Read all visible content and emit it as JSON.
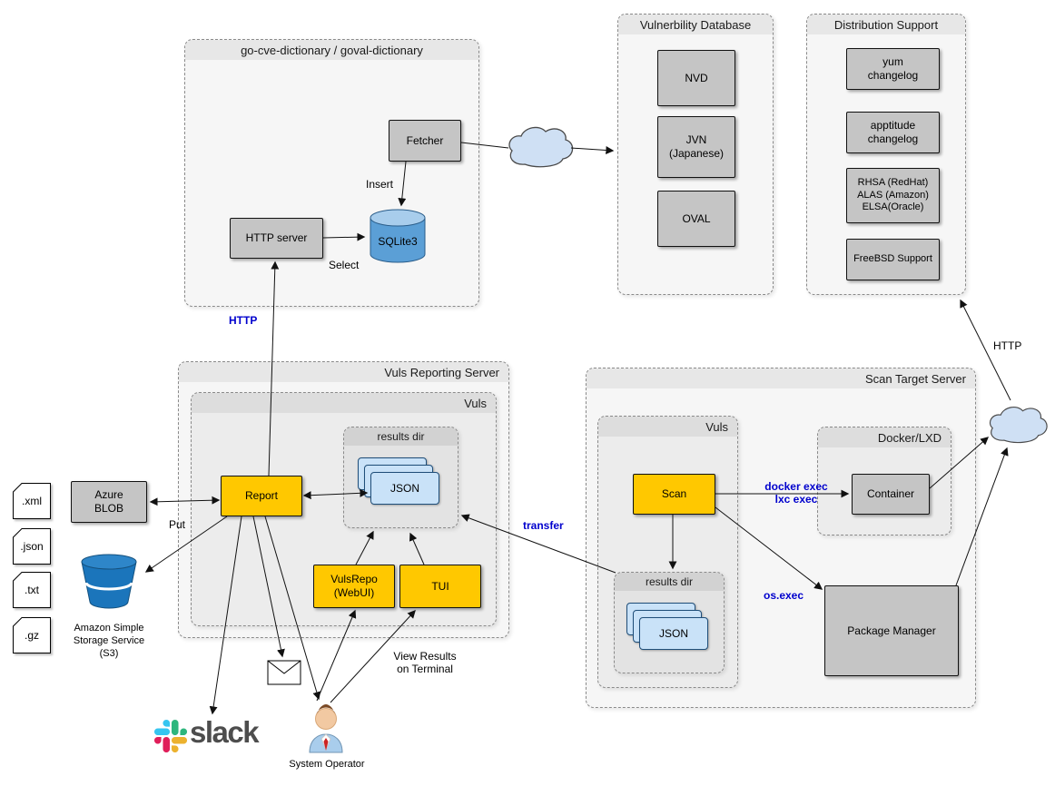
{
  "containers": {
    "cve_dictionary": {
      "title": "go-cve-dictionary / goval-dictionary"
    },
    "vuln_database": {
      "title": "Vulnerbility Database"
    },
    "distribution_support": {
      "title": "Distribution Support"
    },
    "reporting_server": {
      "title": "Vuls Reporting Server"
    },
    "reporting_vuls": {
      "title": "Vuls"
    },
    "reporting_results_dir": {
      "title": "results dir"
    },
    "scan_target_server": {
      "title": "Scan Target Server"
    },
    "scan_vuls": {
      "title": "Vuls"
    },
    "scan_results_dir": {
      "title": "results dir"
    },
    "docker_lxd": {
      "title": "Docker/LXD"
    }
  },
  "nodes": {
    "fetcher": {
      "label": "Fetcher"
    },
    "http_server": {
      "label": "HTTP server"
    },
    "sqlite3": {
      "label": "SQLite3"
    },
    "nvd": {
      "label": "NVD"
    },
    "jvn": {
      "label": "JVN\n(Japanese)"
    },
    "oval": {
      "label": "OVAL"
    },
    "yum_changelog": {
      "label": "yum\nchangelog"
    },
    "apptitude_changelog": {
      "label": "apptitude\nchangelog"
    },
    "rhsa_alas_elsa": {
      "label": "RHSA (RedHat)\nALAS (Amazon)\nELSA(Oracle)"
    },
    "freebsd_support": {
      "label": "FreeBSD Support"
    },
    "report": {
      "label": "Report"
    },
    "vulsrepo": {
      "label": "VulsRepo\n(WebUI)"
    },
    "tui": {
      "label": "TUI"
    },
    "json_report": {
      "label": "JSON"
    },
    "azure_blob": {
      "label": "Azure\nBLOB"
    },
    "s3": {
      "label": "Amazon Simple\nStorage Service\n(S3)"
    },
    "scan": {
      "label": "Scan"
    },
    "json_scan": {
      "label": "JSON"
    },
    "container": {
      "label": "Container"
    },
    "package_manager": {
      "label": "Package Manager"
    },
    "slack": {
      "label": "slack"
    },
    "system_operator": {
      "label": "System Operator"
    }
  },
  "files": [
    {
      "label": ".xml"
    },
    {
      "label": ".json"
    },
    {
      "label": ".txt"
    },
    {
      "label": ".gz"
    }
  ],
  "edge_labels": {
    "insert": "Insert",
    "select": "Select",
    "http_report": "HTTP",
    "put": "Put",
    "transfer": "transfer",
    "docker_exec": "docker exec\nlxc exec",
    "os_exec": "os.exec",
    "http_dist": "HTTP",
    "view_results": "View Results\non Terminal"
  },
  "colors": {
    "node_yellow": "#FFC800",
    "node_gray": "#C5C5C5",
    "json_card_blue": "#C9E2F8",
    "link_label_blue": "#0000CD",
    "s3_bucket_blue": "#1B75BB",
    "cloud_fill": "#CFE0F4",
    "slack_blue": "#36C5F0",
    "slack_green": "#2EB67D",
    "slack_yellow": "#ECB22E",
    "slack_red": "#E01E5A"
  }
}
